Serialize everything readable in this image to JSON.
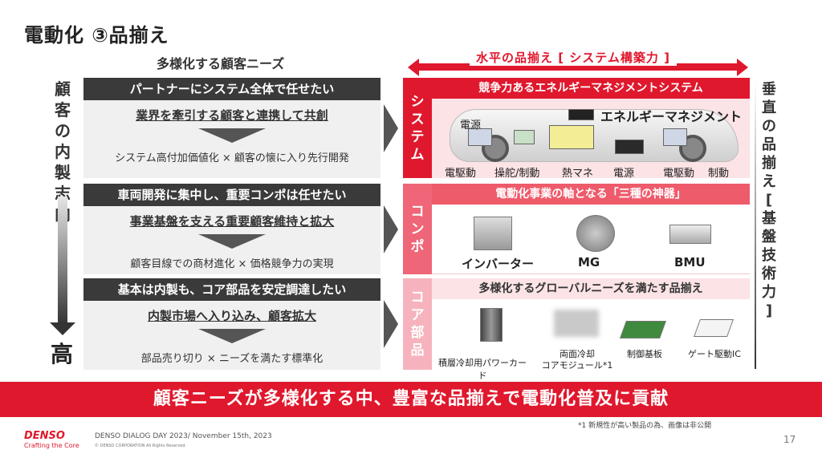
{
  "slide": {
    "title": "電動化 ③品揃え",
    "left_header": "多様化する顧客ニーズ",
    "vertical_left": [
      "顧",
      "客",
      "の",
      "内",
      "製",
      "志",
      "向"
    ],
    "vertical_high": "高",
    "horizontal_label": "水平の品揃え [ システム構築力 ]",
    "vertical_right": [
      "垂",
      "直",
      "の",
      "品",
      "揃",
      "え",
      "[",
      "基",
      "盤",
      "技",
      "術",
      "力",
      "]"
    ]
  },
  "needs": [
    {
      "header": "パートナーにシステム全体で任せたい",
      "sub": "業界を牽引する顧客と連携して共創",
      "result": "システム高付加価値化 × 顧客の懐に入り先行開発"
    },
    {
      "header": "車両開発に集中し、重要コンポは任せたい",
      "sub": "事業基盤を支える重要顧客維持と拡大",
      "result": "顧客目線での商材進化 × 価格競争力の実現"
    },
    {
      "header": "基本は内製も、コア部品を安定調達したい",
      "sub": "内製市場へ入り込み、顧客拡大",
      "result": "部品売り切り × ニーズを満たす標準化"
    }
  ],
  "categories": {
    "system": {
      "tab": [
        "シ",
        "ス",
        "テ",
        "ム"
      ],
      "header": "競争力あるエネルギーマネジメントシステム",
      "label_em": "エネルギーマネジメント",
      "label_power": "電源",
      "parts": [
        "電駆動",
        "操舵/制動",
        "熱マネ",
        "電源",
        "電駆動",
        "制動"
      ]
    },
    "component": {
      "tab": [
        "コ",
        "ン",
        "ポ"
      ],
      "header": "電動化事業の軸となる「三種の神器」",
      "items": [
        "インバーター",
        "MG",
        "BMU"
      ]
    },
    "core": {
      "tab": [
        "コ",
        "ア",
        "部",
        "品"
      ],
      "header": "多様化するグローバルニーズを満たす品揃え",
      "items": [
        {
          "line1": "積層冷却用パワーカード",
          "line2": ""
        },
        {
          "line1": "両面冷却",
          "line2": "コアモジュール*1"
        },
        {
          "line1": "制御基板",
          "line2": ""
        },
        {
          "line1": "ゲート駆動IC",
          "line2": ""
        }
      ]
    }
  },
  "banner": "顧客ニーズが多様化する中、豊富な品揃えで電動化普及に貢献",
  "footer": {
    "footnote": "*1 新規性が高い製品の為、画像は非公開",
    "logo": "DENSO",
    "tagline": "Crafting the Core",
    "event": "DENSO DIALOG DAY 2023/ November 15th, 2023",
    "copyright": "© DENSO CORPORATION All Rights Reserved.",
    "page": "17"
  },
  "colors": {
    "accent": "#e0182d",
    "accent_mid": "#ee5b6b",
    "accent_light": "#fbe3e6",
    "dark": "#3a3a3a"
  }
}
